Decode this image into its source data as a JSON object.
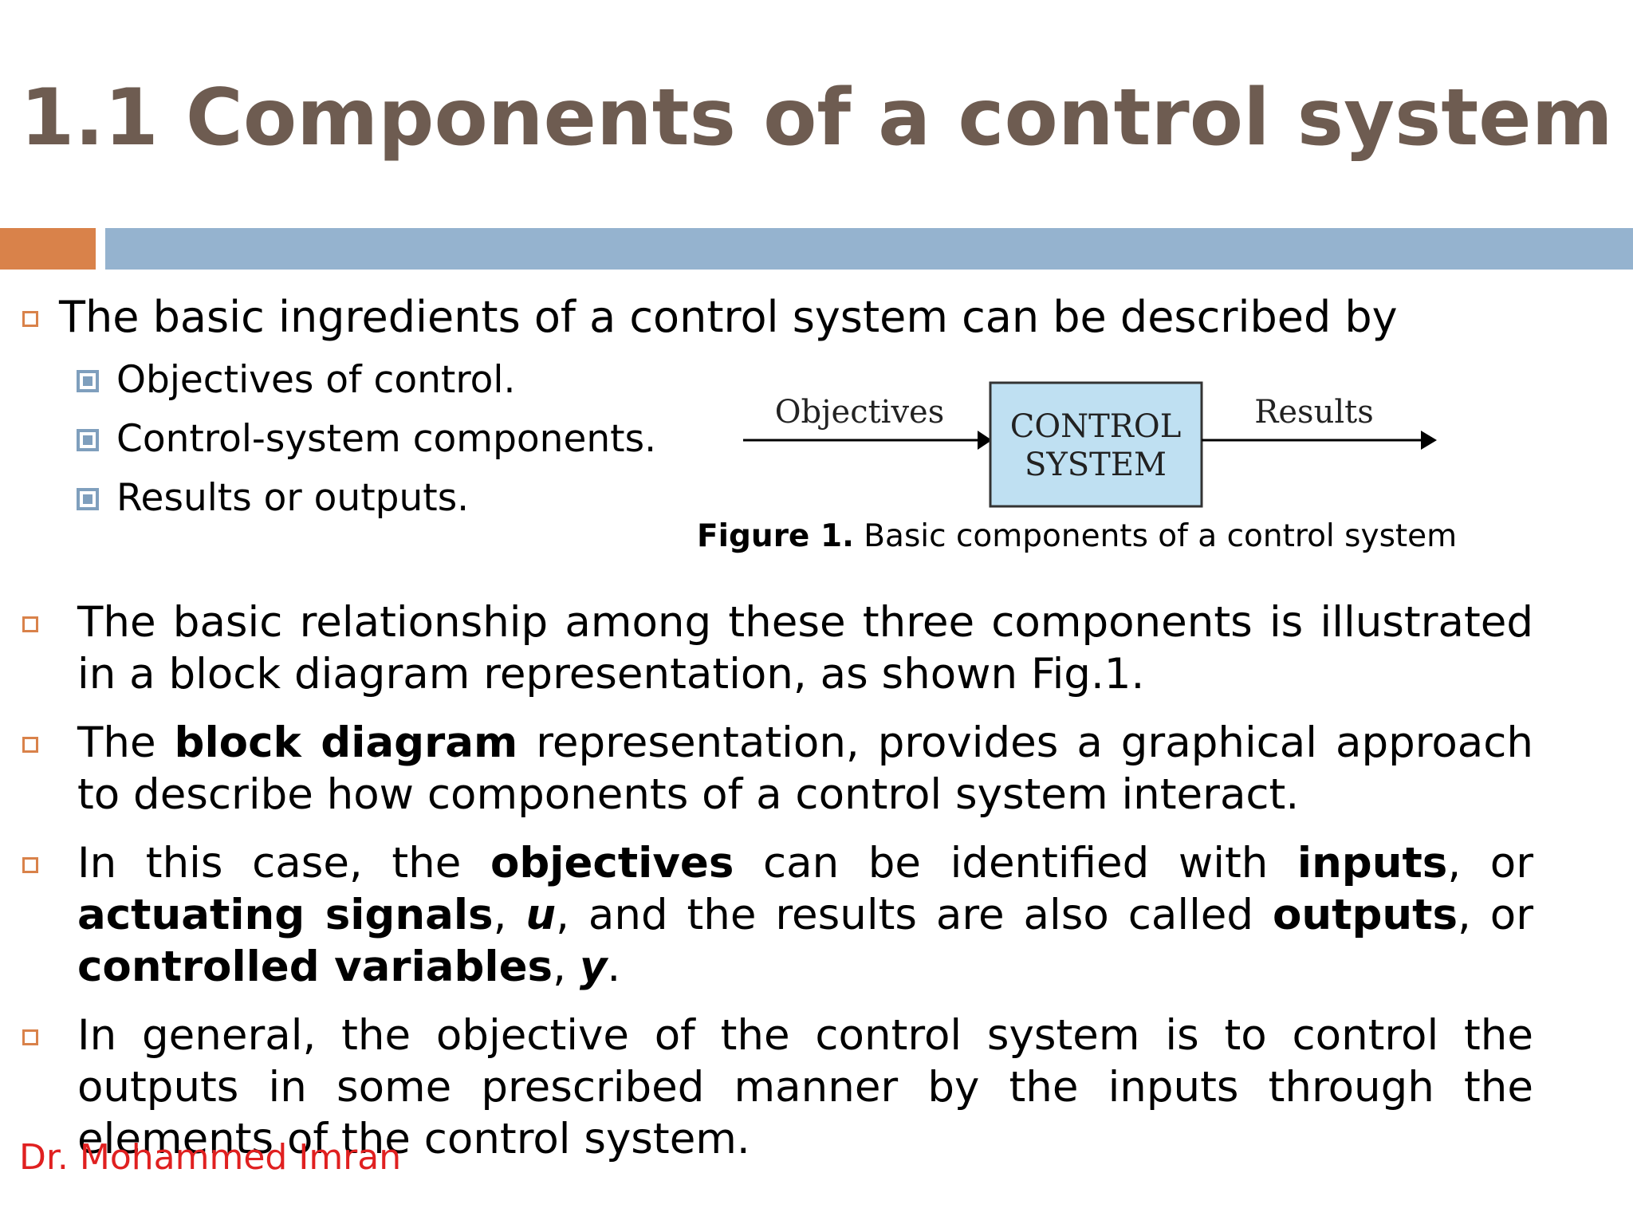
{
  "title": "1.1 Components of a control system",
  "colors": {
    "title": "#6e5c51",
    "accent_orange": "#d9824a",
    "accent_blue": "#95b3cf",
    "box_fill": "#bfe0f2",
    "author": "#e02020"
  },
  "intro": "The basic ingredients of a control system can be described by",
  "sub_items": [
    "Objectives of control.",
    "Control-system components.",
    "Results or outputs."
  ],
  "diagram": {
    "input_label": "Objectives",
    "box_line1": "CONTROL",
    "box_line2": "SYSTEM",
    "output_label": "Results"
  },
  "caption": {
    "prefix": "Figure 1.",
    "text": " Basic components of a control system"
  },
  "paragraphs": {
    "p1": {
      "text": "The basic relationship among these three components is illustrated in a block diagram representation, as shown Fig.1."
    },
    "p2": {
      "t1": "The ",
      "b1": "block diagram",
      "t2": " representation, provides a graphical approach to describe how components of a control system interact."
    },
    "p3": {
      "t1": "In this case, the ",
      "b1": "objectives",
      "t2": " can be identified with ",
      "b2": "inputs",
      "t3": ", or ",
      "b3": "actuating signals",
      "t4": ", ",
      "i1": "u",
      "t5": ", and the results are also called ",
      "b4": "outputs",
      "t6": ", or ",
      "b5": "controlled variables",
      "t7": ", ",
      "i2": "y",
      "t8": "."
    },
    "p4": {
      "text": "In general, the objective of the control system is to control the outputs in some prescribed manner by the inputs through the elements of the control system."
    }
  },
  "author": "Dr. Mohammed Imran"
}
